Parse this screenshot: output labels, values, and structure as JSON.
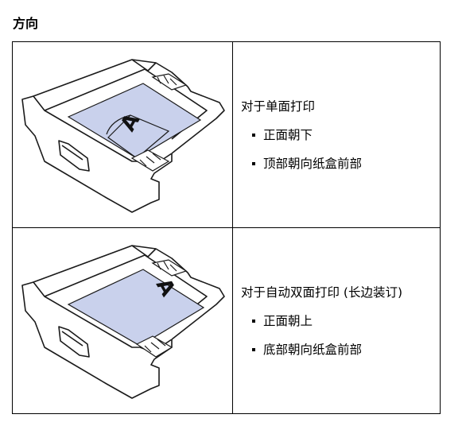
{
  "heading": "方向",
  "rows": [
    {
      "title": "对于单面打印",
      "bullets": [
        "正面朝下",
        "顶部朝向纸盒前部"
      ],
      "paper_letter": "A",
      "paper_color": "#c9d1ec"
    },
    {
      "title": "对于自动双面打印 (长边装订)",
      "bullets": [
        "正面朝上",
        "底部朝向纸盒前部"
      ],
      "paper_letter": "A",
      "paper_color": "#c9d1ec"
    }
  ]
}
